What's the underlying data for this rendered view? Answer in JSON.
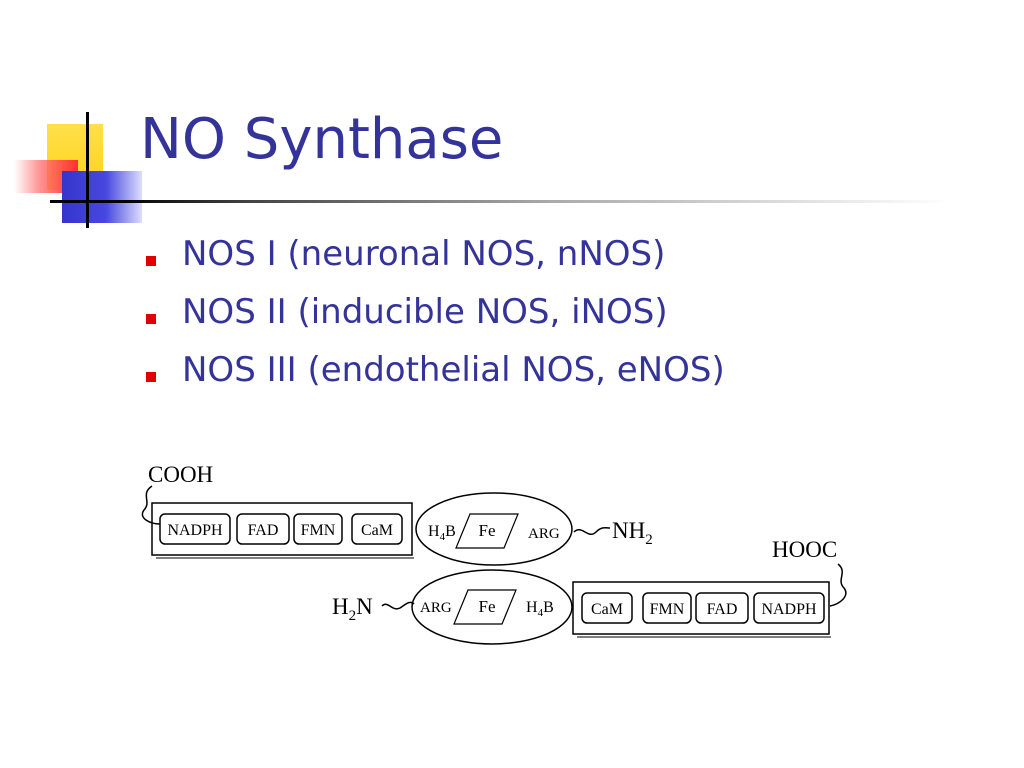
{
  "slide": {
    "title": "NO Synthase",
    "bullets": [
      "NOS I (neuronal NOS, nNOS)",
      "NOS II (inducible NOS, iNOS)",
      "NOS III (endothelial NOS, eNOS)"
    ]
  },
  "diagram": {
    "top": {
      "terminus_left": "COOH",
      "domains": [
        "NADPH",
        "FAD",
        "FMN",
        "CaM"
      ],
      "heme_left": "H",
      "heme_left_sub": "4",
      "heme_left_suffix": "B",
      "heme_center": "Fe",
      "heme_right": "ARG",
      "terminus_right": "NH",
      "terminus_right_sub": "2"
    },
    "bottom": {
      "terminus_left": "H",
      "terminus_left_sub": "2",
      "terminus_left_suffix": "N",
      "heme_left": "ARG",
      "heme_center": "Fe",
      "heme_right": "H",
      "heme_right_sub": "4",
      "heme_right_suffix": "B",
      "domains": [
        "CaM",
        "FMN",
        "FAD",
        "NADPH"
      ],
      "terminus_right": "HOOC"
    }
  },
  "colors": {
    "title": "#33339a",
    "bullet_text": "#33339a",
    "bullet_marker": "#e00000"
  }
}
